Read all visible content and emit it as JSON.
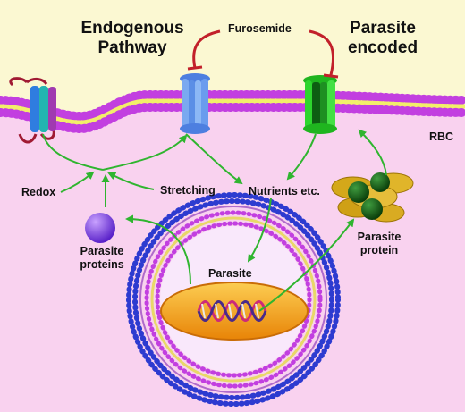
{
  "title_left": [
    "Endogenous",
    "Pathway"
  ],
  "title_right": [
    "Parasite",
    "encoded"
  ],
  "drug": "Furosemide",
  "membrane_label": "RBC",
  "labels": {
    "redox": "Redox",
    "stretching": "Stretching",
    "nutrients": "Nutrients etc.",
    "parasite_proteins": [
      "Parasite",
      "proteins"
    ],
    "parasite_protein": [
      "Parasite",
      "protein"
    ],
    "parasite": "Parasite"
  },
  "colors": {
    "background_top": "#fbf8d2",
    "background_bottom": "#f9d2ef",
    "arrow": "#2fb52f",
    "inhibition": "#c2202a",
    "endogenous_channel": "#7aa9f0",
    "parasite_channel": "#2dd62d",
    "lipid_head": "#c23fe0",
    "membrane_core": "#f2ef6a",
    "nucleus": "#f7a21a",
    "vacuole_outer": "#2d3bd0"
  }
}
